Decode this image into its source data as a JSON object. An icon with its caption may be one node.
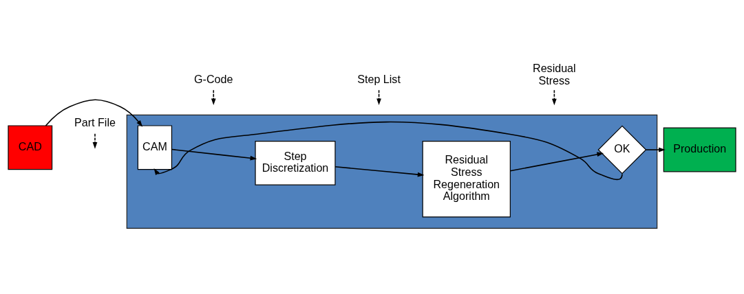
{
  "diagram": {
    "nodes": [
      {
        "text": [],
        "shape": "box"
      },
      {
        "text": [
          "CAD"
        ]
      },
      {
        "text": [
          "CAM"
        ],
        "in": 0
      },
      {
        "text": [
          "Step Discretization"
        ],
        "in": 0
      },
      {
        "text": [
          "Residual Stress Regeneration Algorithm"
        ],
        "in": 0
      },
      {
        "text": [
          "OK"
        ],
        "in": 0
      },
      {
        "text": [
          "Production"
        ]
      },
      {
        "text": [
          "Part File"
        ]
      },
      {
        "text": [
          "G-Code"
        ]
      },
      {
        "text": [
          "Step List"
        ]
      },
      {
        "text": [
          "Residual Stress"
        ]
      }
    ],
    "edges": [
      {
        "from": 1,
        "to": 2,
        "arrow": "to"
      },
      {
        "from": 2,
        "to": 3,
        "arrow": "to"
      },
      {
        "from": 3,
        "to": 4,
        "arrow": "to"
      },
      {
        "from": 4,
        "to": 5,
        "arrow": "to"
      },
      {
        "from": 5,
        "to": 6,
        "arrow": "to"
      },
      {
        "from": 5,
        "to": 2,
        "arrow": "to"
      },
      {
        "from": 7,
        "to": null,
        "arrow": "to",
        "style": "dashed"
      },
      {
        "from": 8,
        "to": null,
        "arrow": "to",
        "style": "dashed"
      },
      {
        "from": 9,
        "to": null,
        "arrow": "to",
        "style": "dashed"
      },
      {
        "from": 10,
        "to": null,
        "arrow": "to",
        "style": "dashed"
      }
    ]
  }
}
